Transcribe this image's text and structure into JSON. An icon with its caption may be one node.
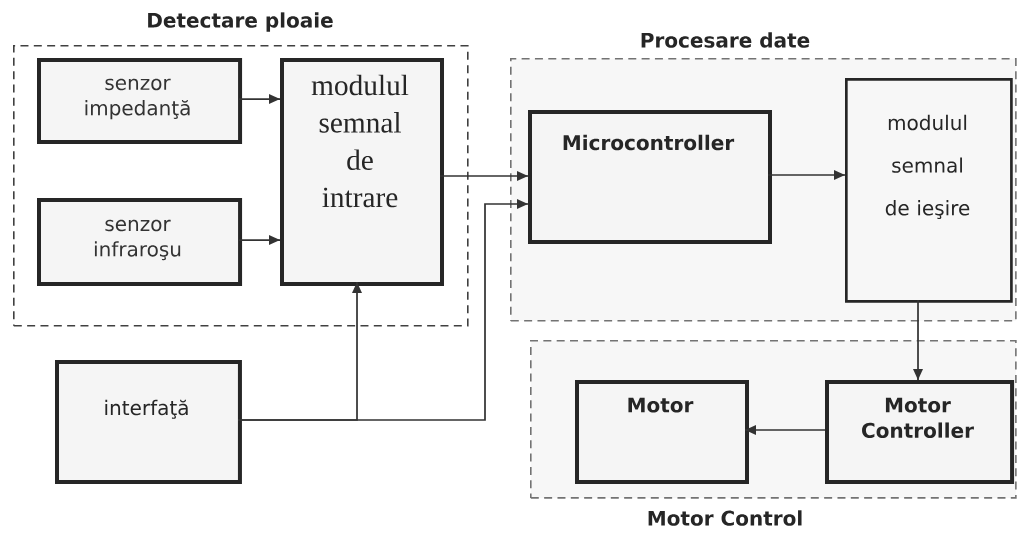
{
  "diagram": {
    "nodes": [
      {
        "text": [
          "Detectare ploaie"
        ]
      },
      {
        "text": [
          "senzor impedanţă"
        ],
        "in": 0
      },
      {
        "text": [
          "senzor infraroşu"
        ],
        "in": 0
      },
      {
        "text": [
          "modulul semnal de intrare"
        ],
        "in": 0
      },
      {
        "text": [
          "Procesare date"
        ]
      },
      {
        "text": [
          "Microcontroller"
        ],
        "in": 4
      },
      {
        "text": [
          "modulul semnal de ieşire"
        ],
        "in": 4
      },
      {
        "text": [
          "Motor Control"
        ]
      },
      {
        "text": [
          "Motor"
        ],
        "in": 7
      },
      {
        "text": [
          "Motor Controller"
        ],
        "in": 7
      },
      {
        "text": [
          "interfaţă"
        ]
      }
    ],
    "edges": [
      {
        "from": 1,
        "to": 3,
        "arrow": "to"
      },
      {
        "from": 2,
        "to": 3,
        "arrow": "to"
      },
      {
        "from": 3,
        "to": 5,
        "arrow": "to"
      },
      {
        "from": 10,
        "to": 3,
        "arrow": "to"
      },
      {
        "from": 10,
        "to": 5,
        "arrow": "to"
      },
      {
        "from": 5,
        "to": 6,
        "arrow": "to"
      },
      {
        "from": 6,
        "to": 9,
        "arrow": "to"
      },
      {
        "from": 9,
        "to": 8,
        "arrow": "to"
      }
    ]
  }
}
